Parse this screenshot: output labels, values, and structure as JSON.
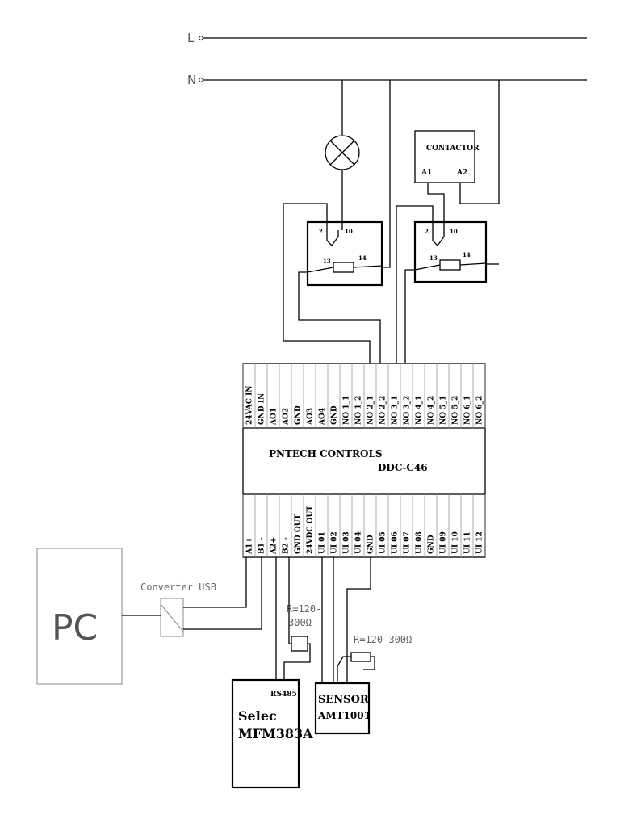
{
  "supply": {
    "line_label": "L",
    "neutral_label": "N"
  },
  "contactor": {
    "title": "CONTACTOR",
    "a1": "A1",
    "a2": "A2"
  },
  "relay1": {
    "pin2": "2",
    "pin10": "10",
    "pin13": "13",
    "pin14": "14"
  },
  "relay2": {
    "pin2": "2",
    "pin10": "10",
    "pin13": "13",
    "pin14": "14"
  },
  "controller": {
    "brand": "PNTECH CONTROLS",
    "model": "DDC-C46",
    "top_terminals": [
      "24VAC IN",
      "GND IN",
      "AO1",
      "AO2",
      "GND",
      "AO3",
      "AO4",
      "GND",
      "NO 1_1",
      "NO 1_2",
      "NO 2_1",
      "NO 2_2",
      "NO 3_1",
      "NO 3_2",
      "NO 4_1",
      "NO 4_2",
      "NO 5_1",
      "NO 5_2",
      "NO 6_1",
      "NO 6_2"
    ],
    "bottom_terminals": [
      "A1+",
      "B1 -",
      "A2+",
      "B2 -",
      "GND OUT",
      "24VDC OUT",
      "UI 01",
      "UI 02",
      "UI 03",
      "UI 04",
      "GND",
      "UI 05",
      "UI 06",
      "UI 07",
      "UI 08",
      "GND",
      "UI 09",
      "UI 10",
      "UI 11",
      "UI 12"
    ]
  },
  "pc": {
    "label": "PC"
  },
  "converter": {
    "label": "Converter USB"
  },
  "resistor1": {
    "label_line1": "R=120-",
    "label_line2": "300Ω"
  },
  "resistor2": {
    "label": "R=120-300Ω"
  },
  "meter": {
    "protocol": "RS485",
    "line1": "Selec",
    "line2": "MFM383A"
  },
  "sensor": {
    "line1": "SENSOR",
    "line2": "AMT1001"
  }
}
